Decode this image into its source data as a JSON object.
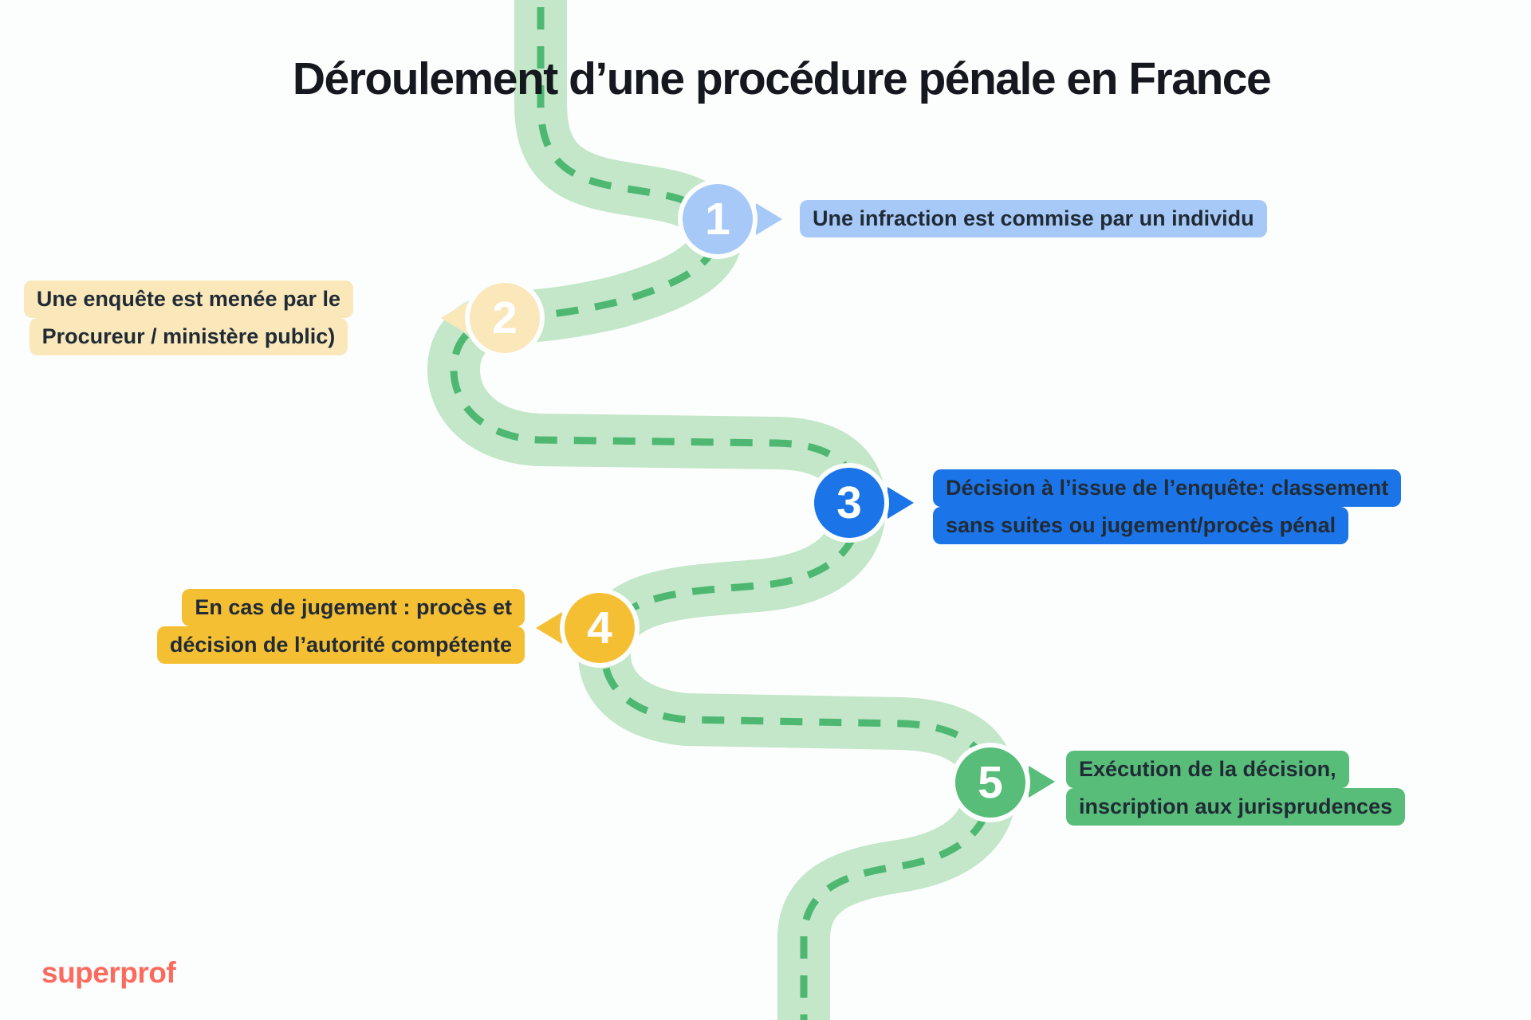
{
  "page": {
    "background": "#fcfdfd"
  },
  "title": {
    "text": "Déroulement d’une procédure pénale en France",
    "color": "#15181e"
  },
  "road": {
    "band_color": "#c3e7c8",
    "dash_color": "#4eb873"
  },
  "label_text_color": "#212b36",
  "brand": {
    "logo_text": "superprof",
    "color": "#fc6a5e"
  },
  "steps": [
    {
      "number": "1",
      "accent_color": "#a7c9f8",
      "label_side": "right",
      "label_lines": [
        "Une infraction est commise par un individu"
      ]
    },
    {
      "number": "2",
      "accent_color": "#fae8ba",
      "label_side": "left",
      "label_lines": [
        "Une enquête est menée par le",
        "Procureur / ministère public)"
      ]
    },
    {
      "number": "3",
      "accent_color": "#1b75e9",
      "label_side": "right",
      "label_lines": [
        "Décision à l’issue de l’enquête: classement",
        "sans suites ou jugement/procès pénal"
      ]
    },
    {
      "number": "4",
      "accent_color": "#f5bf33",
      "label_side": "left",
      "label_lines": [
        "En cas de jugement : procès et",
        "décision de l’autorité compétente"
      ]
    },
    {
      "number": "5",
      "accent_color": "#57bd79",
      "label_side": "right",
      "label_lines": [
        "Exécution de la décision,",
        "inscription aux jurisprudences"
      ]
    }
  ]
}
